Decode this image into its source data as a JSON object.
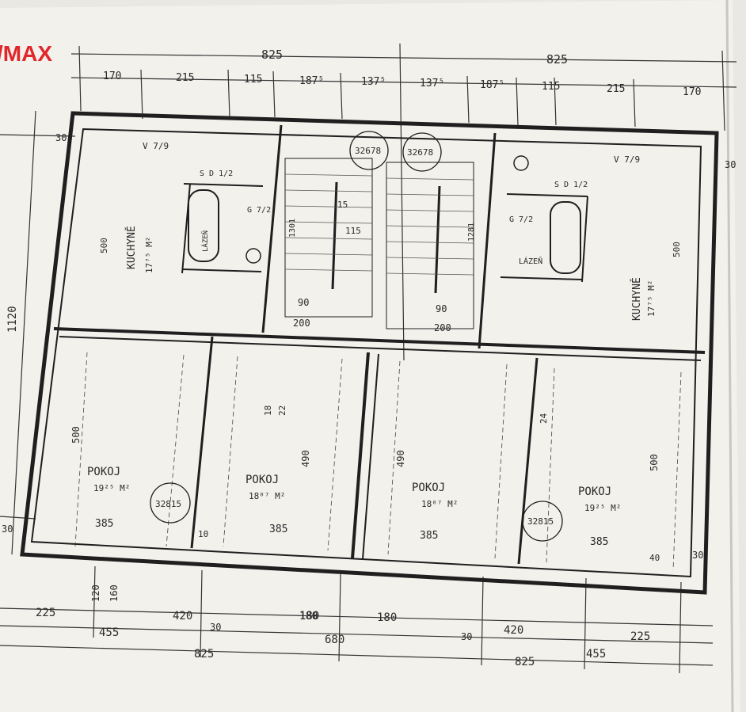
{
  "logo": {
    "text": "/MAX",
    "color": "#e0262b"
  },
  "colors": {
    "paper": "#f2f1ec",
    "ink": "#1f1f1f",
    "frame": "#c8c6bf"
  },
  "dims_top_row1": [
    "825",
    "825"
  ],
  "dims_top_row2": [
    "170",
    "215",
    "115",
    "187⁵",
    "137⁵",
    "137⁵",
    "187⁵",
    "115",
    "215",
    "170"
  ],
  "dims_bottom_row1": [
    "225",
    "420",
    "180",
    "180",
    "420",
    "225"
  ],
  "dims_bottom_row2": [
    "455",
    "30",
    "680",
    "30",
    "455"
  ],
  "dims_bottom_row3": [
    "825",
    "825"
  ],
  "dims_left": {
    "height": "1120",
    "top_gap": "30",
    "bottom_gap": "30"
  },
  "dims_right": {
    "top_gap": "30",
    "bottom_gap": "30"
  },
  "rooms": [
    {
      "name": "KUCHYNĚ",
      "area": "17⁷⁵ M²",
      "dim_w": "500"
    },
    {
      "name": "KUCHYNĚ",
      "area": "17⁷⁵ M²",
      "dim_w": "500"
    },
    {
      "name": "LÁZEŇ",
      "sub": "G 7/2"
    },
    {
      "name": "LÁZEŇ",
      "sub": "G 7/2"
    },
    {
      "name": "POKOJ",
      "area": "19²⁵ M²",
      "dim_w": "385",
      "dim_h": "500"
    },
    {
      "name": "POKOJ",
      "area": "18⁰⁷ M²",
      "dim_w": "385",
      "dim_h": "490"
    },
    {
      "name": "POKOJ",
      "area": "18⁰⁷ M²",
      "dim_w": "385",
      "dim_h": "490"
    },
    {
      "name": "POKOJ",
      "area": "19²⁵ M²",
      "dim_w": "385",
      "dim_h": "500"
    }
  ],
  "markers": [
    "32678",
    "32678",
    "32815",
    "32815"
  ],
  "small_labels": [
    "V 7/9",
    "V 7/9",
    "S D 1/2",
    "S D 1/2",
    "200",
    "200",
    "90",
    "90",
    "180",
    "160",
    "120",
    "18",
    "22",
    "24",
    "10",
    "15",
    "40",
    "115",
    "1301",
    "1281"
  ]
}
